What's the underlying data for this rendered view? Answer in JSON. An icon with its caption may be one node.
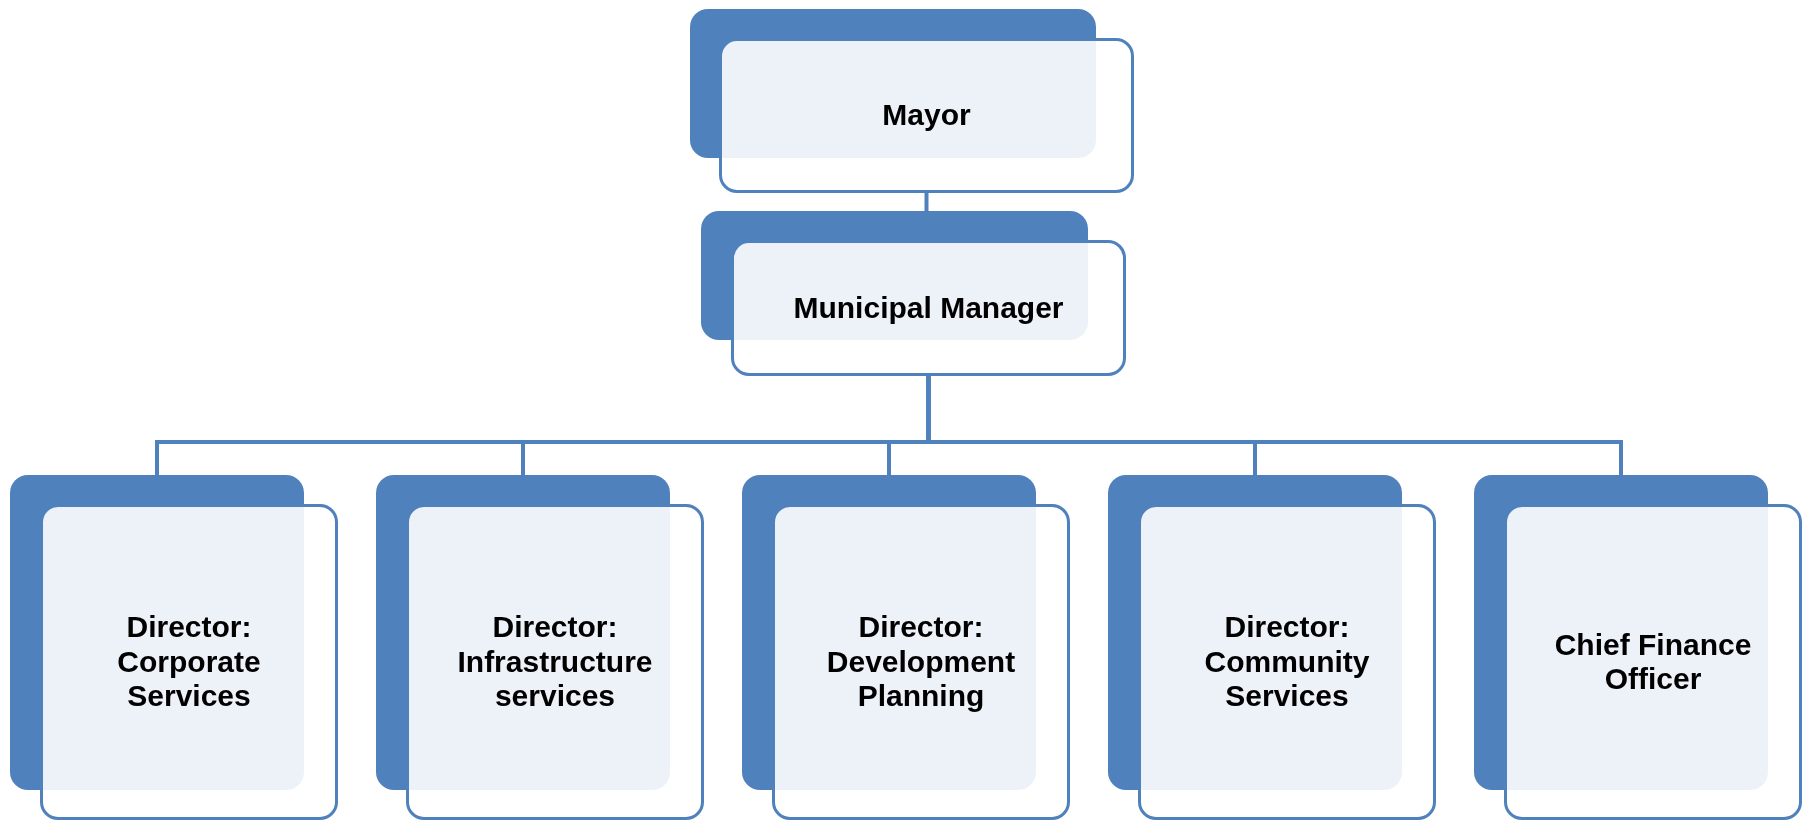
{
  "diagram": {
    "nodes": [
      {
        "text": [
          "Mayor"
        ]
      },
      {
        "text": [
          "Municipal Manager"
        ]
      },
      {
        "text": [
          "Director: Corporate Services"
        ]
      },
      {
        "text": [
          "Director: Infrastructure services"
        ]
      },
      {
        "text": [
          "Director: Development Planning"
        ]
      },
      {
        "text": [
          "Director: Community Services"
        ]
      },
      {
        "text": [
          "Chief Finance Officer"
        ]
      }
    ],
    "edges": [
      {
        "from": 0,
        "to": 1,
        "arrow": "none"
      },
      {
        "from": 1,
        "to": 2,
        "arrow": "none"
      },
      {
        "from": 1,
        "to": 3,
        "arrow": "none"
      },
      {
        "from": 1,
        "to": 4,
        "arrow": "none"
      },
      {
        "from": 1,
        "to": 5,
        "arrow": "none"
      },
      {
        "from": 1,
        "to": 6,
        "arrow": "none"
      }
    ]
  }
}
